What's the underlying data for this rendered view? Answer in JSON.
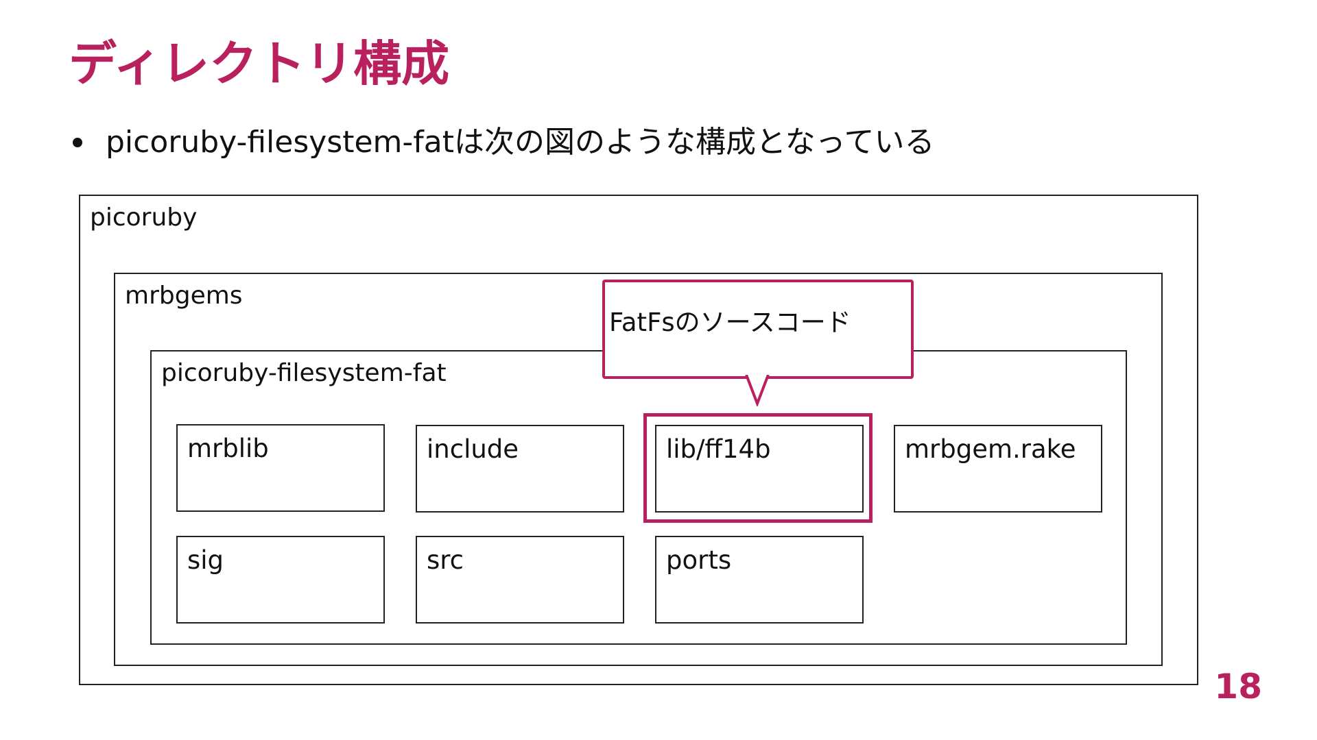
{
  "slide": {
    "title": "ディレクトリ構成",
    "bullet": "picoruby-filesystem-fatは次の図のような構成となっている",
    "page_number": "18"
  },
  "colors": {
    "accent": "#b9215e",
    "border": "#222222",
    "text": "#111111"
  },
  "diagram": {
    "root": "picoruby",
    "mrbgems": "mrbgems",
    "gem": "picoruby-filesystem-fat",
    "items": [
      "mrblib",
      "include",
      "lib/ff14b",
      "mrbgem.rake",
      "sig",
      "src",
      "ports"
    ],
    "highlighted_item": "lib/ff14b",
    "callout": "FatFsのソースコード"
  }
}
